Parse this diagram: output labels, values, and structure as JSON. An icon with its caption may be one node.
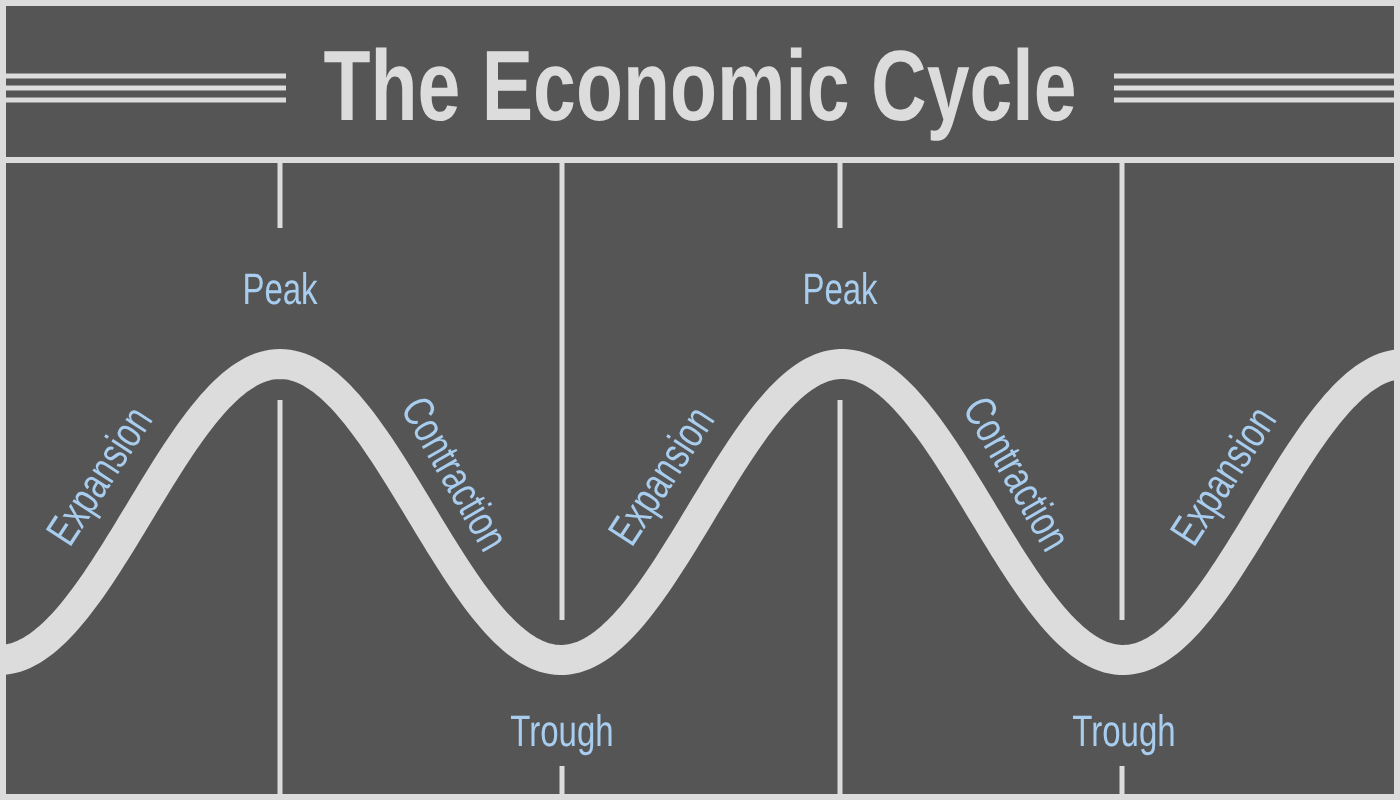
{
  "diagram": {
    "title": "The Economic Cycle",
    "labels": [
      "Expansion",
      "Peak",
      "Contraction",
      "Trough",
      "Expansion",
      "Peak",
      "Contraction",
      "Trough",
      "Expansion"
    ]
  }
}
